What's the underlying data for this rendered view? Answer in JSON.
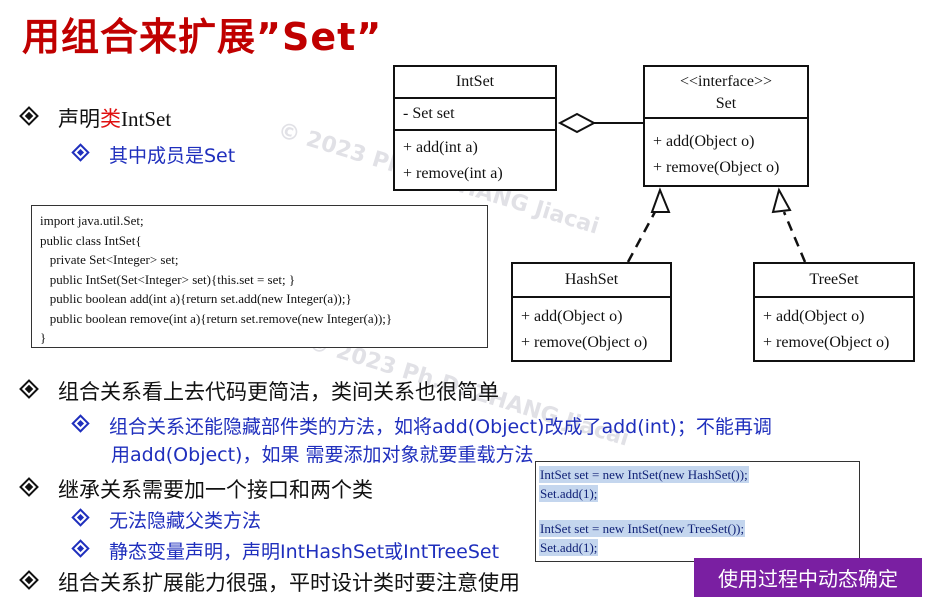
{
  "title": "用组合来扩展”Set”",
  "bullets": {
    "b1_prefix": "声明",
    "b1_red": "类",
    "b1_suffix": "IntSet",
    "b1_sub": "其中成员是Set",
    "b2": "组合关系看上去代码更简洁，类间关系也很简单",
    "b2_sub_line1": "组合关系还能隐藏部件类的方法，如将add(Object)改成了add(int)；不能再调",
    "b2_sub_line2": "用add(Object)，如果 需要添加对象就要重载方法",
    "b3": "继承关系需要加一个接口和两个类",
    "b3_sub1": "无法隐藏父类方法",
    "b3_sub2": "静态变量声明，声明IntHashSet或IntTreeSet",
    "b4": "组合关系扩展能力很强，平时设计类时要注意使用"
  },
  "code": {
    "lines": [
      "import java.util.Set;",
      "public class IntSet{",
      "   private Set<Integer> set;",
      "   public IntSet(Set<Integer> set){this.set = set; }",
      "   public boolean add(int a){return set.add(new Integer(a));}",
      "   public boolean remove(int a){return set.remove(new Integer(a));}",
      "}"
    ]
  },
  "uml": {
    "intset": {
      "name": "IntSet",
      "attr": "- Set set",
      "ops": [
        "+ add(int a)",
        "+ remove(int a)"
      ]
    },
    "set": {
      "stereotype": "<<interface>>",
      "name": "Set",
      "ops": [
        "+ add(Object o)",
        "+ remove(Object o)"
      ]
    },
    "hashset": {
      "name": "HashSet",
      "ops": [
        "+ add(Object o)",
        "+ remove(Object o)"
      ]
    },
    "treeset": {
      "name": "TreeSet",
      "ops": [
        "+ add(Object o)",
        "+ remove(Object o)"
      ]
    }
  },
  "usage": {
    "lines": [
      "IntSet set = new IntSet(new HashSet());",
      "Set.add(1);",
      "IntSet set = new IntSet(new TreeSet());",
      "Set.add(1);"
    ]
  },
  "badge": "使用过程中动态确定",
  "watermark": {
    "text1": "© 2023 Ph.D. ZHANG Jiacai",
    "text2": "© 2023 Ph.D. ZHANG Jiacai"
  },
  "colors": {
    "title": "#c00000",
    "sub_bullet": "#1f2fbd",
    "badge": "#7a1fa2",
    "highlight": "#c4d6ee"
  }
}
